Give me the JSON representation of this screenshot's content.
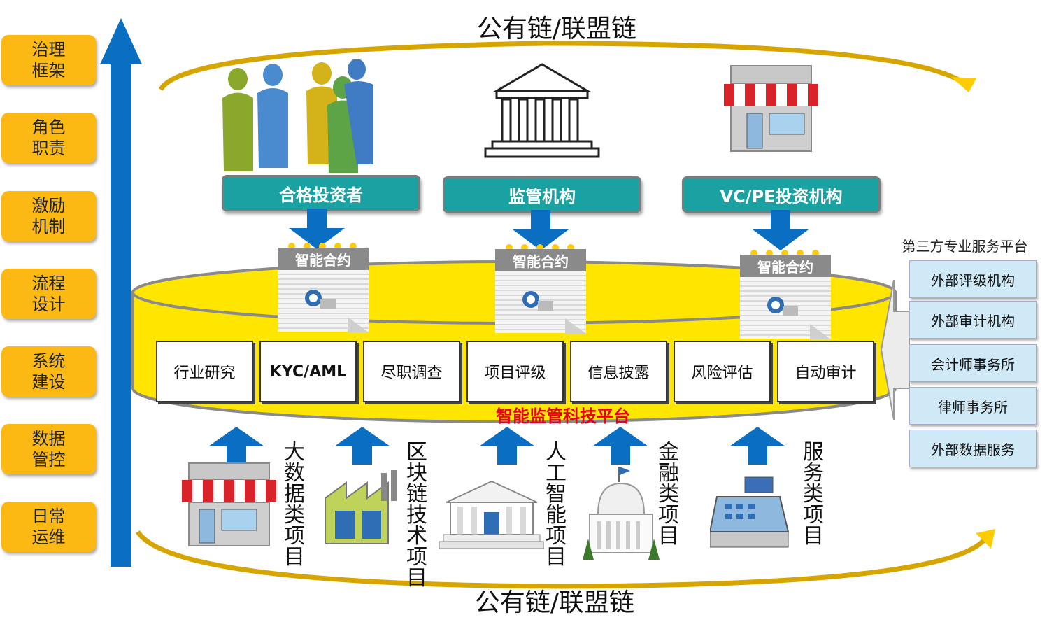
{
  "left_layers": [
    "治理框架",
    "角色职责",
    "激励机制",
    "流程设计",
    "系统建设",
    "数据管控",
    "日常运维"
  ],
  "chain_top": "公有链/联盟链",
  "chain_bottom": "公有链/联盟链",
  "participants": [
    "合格投资者",
    "监管机构",
    "VC/PE投资机构"
  ],
  "smart_contract_label": "智能合约",
  "functions": [
    "行业研究",
    "KYC/AML",
    "尽职调查",
    "项目评级",
    "信息披露",
    "风险评估",
    "自动审计"
  ],
  "platform_name": "智能监管科技平台",
  "third_party": {
    "title": "第三方专业服务平台",
    "items": [
      "外部评级机构",
      "外部审计机构",
      "会计师事务所",
      "律师事务所",
      "外部数据服务"
    ]
  },
  "projects": [
    "大数据类项目",
    "区块链技术项目",
    "人工智能项目",
    "金融类项目",
    "服务类项目"
  ],
  "colors": {
    "layer_tag": "#fcb813",
    "arrow_blue": "#0a6fc2",
    "teal": "#1aa1a1",
    "platform_yellow": "#ffe600",
    "platform_text": "#e8001c",
    "gold_arc": "#d6a500",
    "service_box": "#cfe9f7"
  },
  "icons": [
    "people-icon",
    "bank-icon",
    "shop-icon",
    "factory-icon",
    "museum-icon",
    "capitol-icon",
    "cash-register-icon",
    "gear-icon"
  ]
}
